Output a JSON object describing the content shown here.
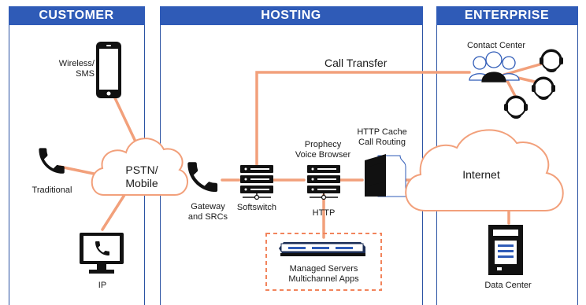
{
  "panels": {
    "customer": "CUSTOMER",
    "hosting": "HOSTING",
    "enterprise": "ENTERPRISE"
  },
  "nodes": {
    "wireless": [
      "Wireless/",
      "SMS"
    ],
    "traditional": "Traditional",
    "ip": "IP",
    "pstn": [
      "PSTN/",
      "Mobile"
    ],
    "gateway": [
      "Gateway",
      "and SRCs"
    ],
    "softswitch": "Softswitch",
    "voice_browser": [
      "Prophecy",
      "Voice Browser"
    ],
    "http": "HTTP",
    "cache": [
      "HTTP Cache",
      "Call Routing"
    ],
    "internet": "Internet",
    "managed": [
      "Managed Servers",
      "Multichannel Apps"
    ],
    "contact_center": "Contact Center",
    "data_center": "Data Center",
    "call_transfer": "Call Transfer"
  },
  "colors": {
    "panel_header": "#2f5bb7",
    "panel_border": "#2a52a3",
    "link": "#f2a07b",
    "dashed_box": "#f2845c",
    "icon": "#111111"
  },
  "icons": [
    "phone-icon",
    "mobile-phone-icon",
    "monitor-icon",
    "cloud-icon",
    "server-icon",
    "headset-icon",
    "person-icon",
    "firewall-icon",
    "data-center-icon"
  ]
}
